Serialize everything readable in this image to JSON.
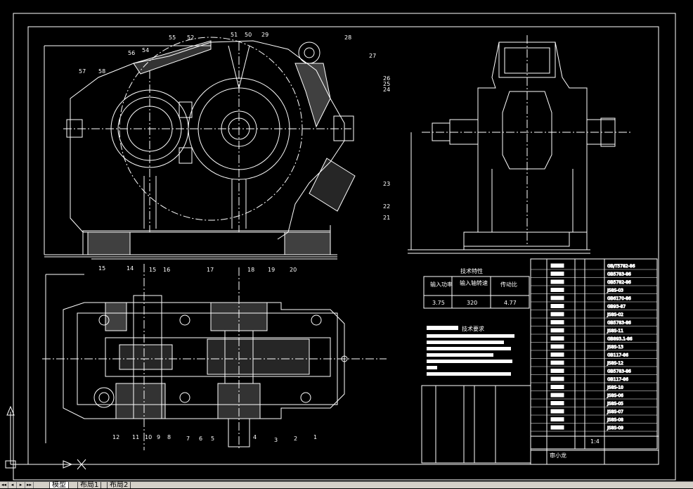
{
  "colors": {
    "background": "#000000",
    "lines": "#ffffff",
    "centerlines": "#ffffff",
    "hatch": "#ffffff"
  },
  "tabs": [
    {
      "label": "模型"
    },
    {
      "label": "布局1"
    },
    {
      "label": "布局2"
    }
  ],
  "nav": {
    "first": "◂◂",
    "prev": "◂",
    "next": "▸",
    "last": "▸▸"
  },
  "drawing": {
    "spec_table": {
      "title": "技术特性",
      "headers": [
        "输入功率\nkw",
        "输入轴转速\nr/min",
        "传动比"
      ],
      "row": [
        "3.75",
        "320",
        "4.77"
      ]
    },
    "tech_req_title": "技术要求",
    "front_view_labels": [
      "55",
      "52",
      "51",
      "50",
      "29",
      "28",
      "27",
      "56",
      "54",
      "57",
      "58",
      "26",
      "25",
      "24",
      "23",
      "22",
      "21"
    ],
    "section_view_labels_top": [
      "15",
      "14",
      "15",
      "16",
      "17",
      "18",
      "19",
      "20"
    ],
    "section_view_labels_bottom": [
      "12",
      "11",
      "10",
      "9",
      "8",
      "7",
      "6",
      "5",
      "4",
      "3",
      "2",
      "1"
    ],
    "parts_list_codes": [
      "GB/T5782-86",
      "GB5783-86",
      "GB5782-86",
      "JS8S-03",
      "GB6170-86",
      "GB93-87",
      "JS8S-02",
      "GB5783-86",
      "JS8S-11",
      "GB893.1-86",
      "JS8S-13",
      "GB117-86",
      "JS8S-12",
      "GB5783-86",
      "GB117-86",
      "JS8S-10",
      "JS8S-06",
      "JS8S-05",
      "JS8S-07",
      "JS8S-08",
      "JS8S-09"
    ],
    "title_block_designer": "审小龙",
    "title_block_sheet": "1:4"
  }
}
